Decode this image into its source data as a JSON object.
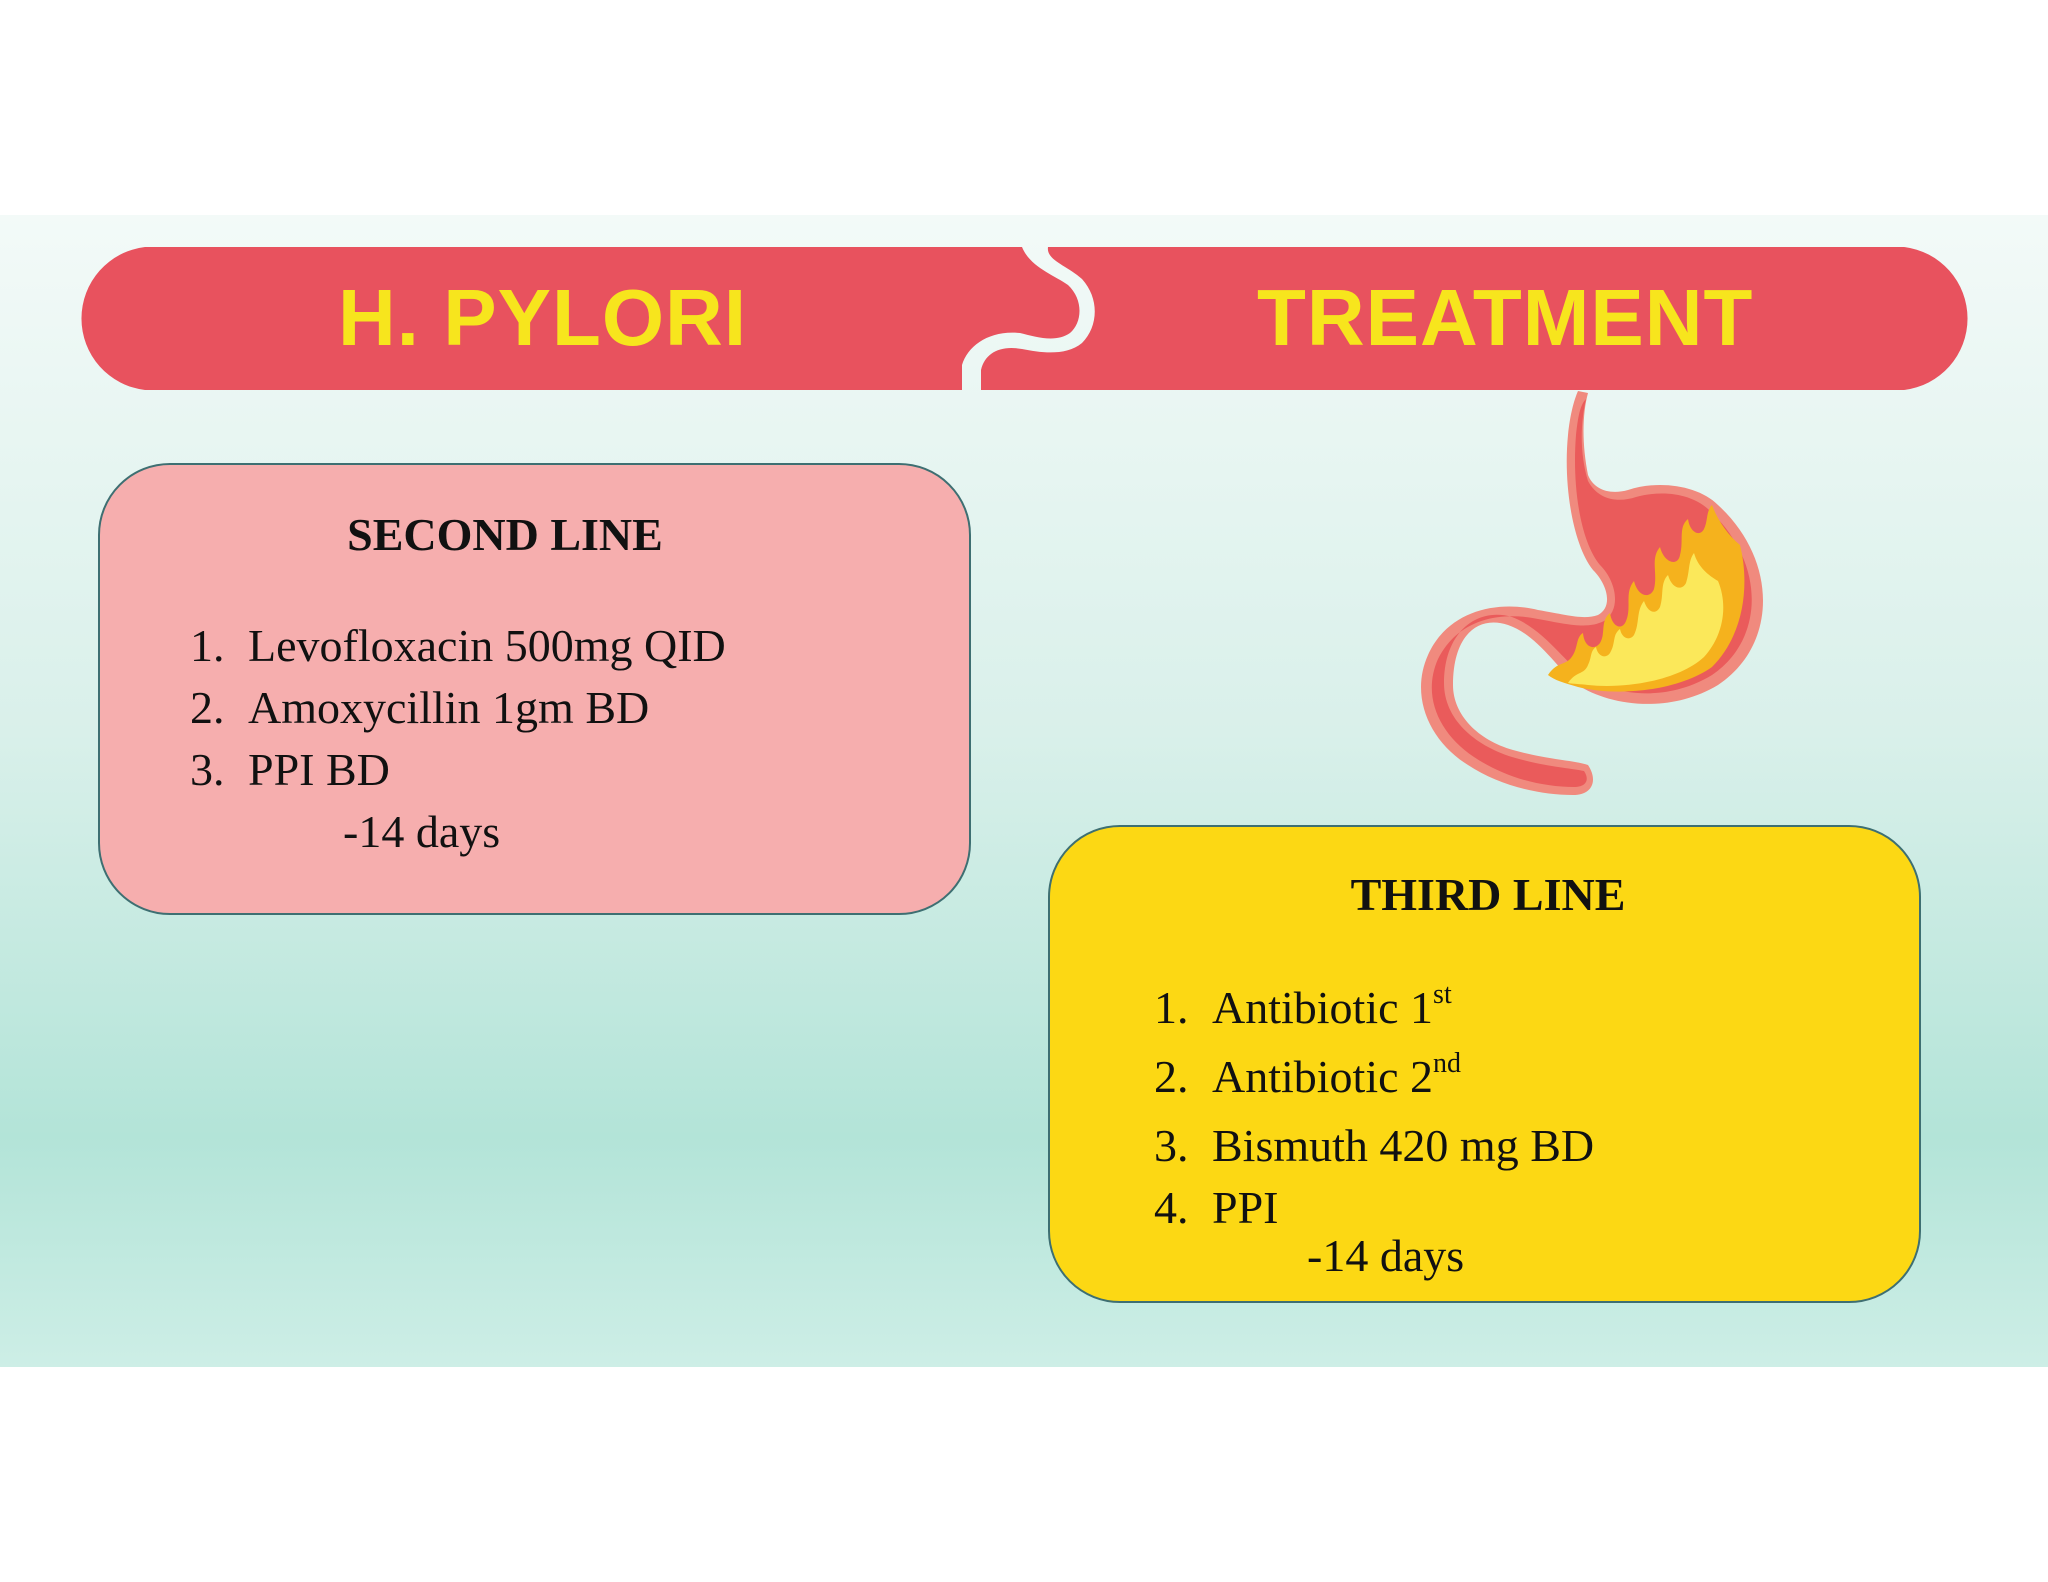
{
  "banner": {
    "title_left": "H. PYLORI",
    "title_right": "TREATMENT",
    "color_bar": "#e8525e",
    "color_text": "#f7e51d"
  },
  "second_line": {
    "heading": "SECOND LINE",
    "items": [
      {
        "num": "1.",
        "text": "Levofloxacin 500mg QID"
      },
      {
        "num": "2.",
        "text": "Amoxycillin 1gm BD"
      },
      {
        "num": "3.",
        "text": "PPI BD"
      }
    ],
    "duration": "-14 days",
    "color": "#f6aeae"
  },
  "third_line": {
    "heading": "THIRD LINE",
    "items": [
      {
        "num": "1.",
        "text": "Antibiotic 1",
        "sup": "st"
      },
      {
        "num": "2.",
        "text": "Antibiotic 2",
        "sup": "nd"
      },
      {
        "num": "3.",
        "text": "Bismuth 420 mg BD",
        "sup": ""
      },
      {
        "num": "4.",
        "text": "PPI",
        "sup": ""
      }
    ],
    "duration": "-14 days",
    "color": "#fcd814"
  },
  "illustration": {
    "icon": "stomach-with-flames-icon"
  }
}
